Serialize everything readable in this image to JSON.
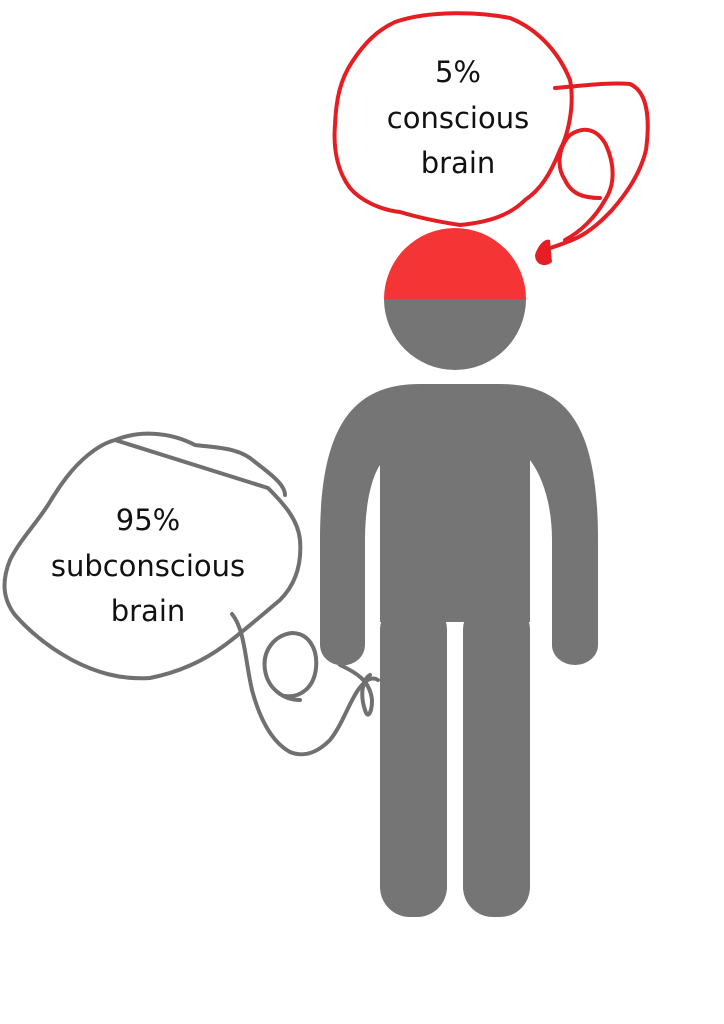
{
  "conscious_bubble": {
    "lines": [
      "5%",
      "conscious",
      "brain"
    ]
  },
  "subconscious_bubble": {
    "lines": [
      "95%",
      "subconscious",
      "brain"
    ]
  },
  "colors": {
    "conscious": "#f53535",
    "conscious_outline": "#e41e22",
    "body": "#757575",
    "subconscious_outline": "#707070"
  }
}
